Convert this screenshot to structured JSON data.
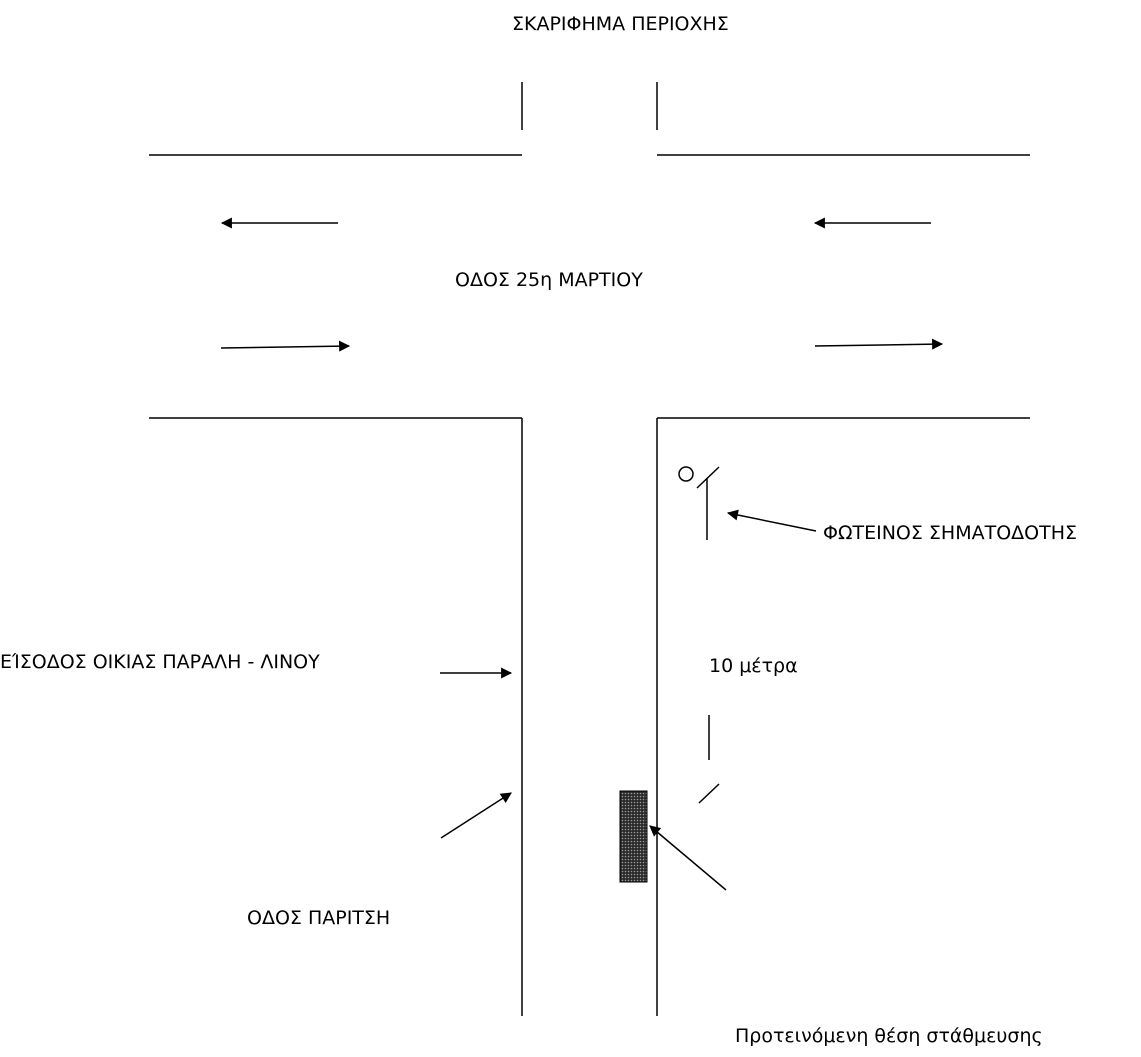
{
  "title": "ΣΚΑΡΙΦΗΜΑ ΠΕΡΙΟΧΗΣ",
  "labels": {
    "main_road": "ΟΔΟΣ 25η ΜΑΡΤΙΟΥ",
    "traffic_signal": "ΦΩΤΕΙΝΟΣ ΣΗΜΑΤΟΔΟΤΗΣ",
    "house_entrance": "ΕΊΣΟΔΟΣ ΟΙΚΙΑΣ ΠΑΡΑΛΗ - ΛΙΝΟΥ",
    "distance": "10 μέτρα",
    "side_road": "ΟΔΟΣ ΠΑΡΙΤΣΗ",
    "proposed_parking": "Προτεινόμενη θέση στάθμευσης"
  },
  "colors": {
    "line": "#000000",
    "background": "#ffffff",
    "parking_fill": "#555555"
  }
}
